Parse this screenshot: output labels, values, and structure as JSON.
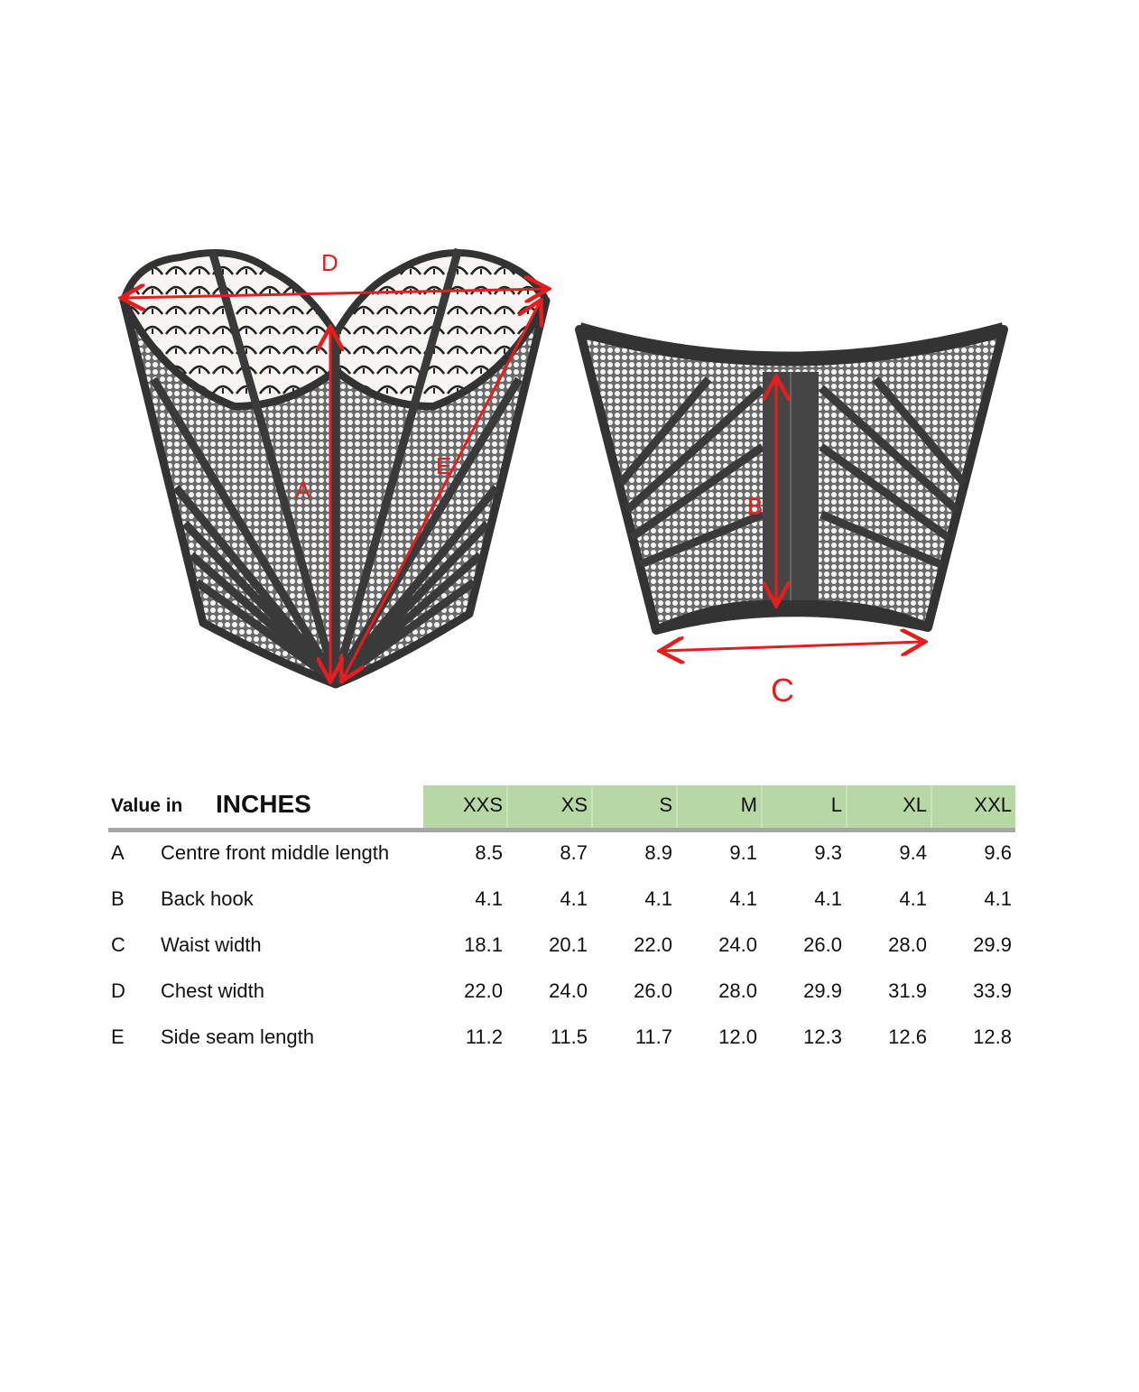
{
  "diagram": {
    "front_labels": {
      "D": "D",
      "A": "A",
      "E": "E"
    },
    "back_labels": {
      "B": "B",
      "C": "C"
    },
    "accent_color": "#e41e1e"
  },
  "table": {
    "value_in": "Value in",
    "unit": "INCHES",
    "sizes": [
      "XXS",
      "XS",
      "S",
      "M",
      "L",
      "XL",
      "XXL"
    ],
    "rows": [
      {
        "letter": "A",
        "name": "Centre front middle length",
        "values": [
          "8.5",
          "8.7",
          "8.9",
          "9.1",
          "9.3",
          "9.4",
          "9.6"
        ]
      },
      {
        "letter": "B",
        "name": "Back hook",
        "values": [
          "4.1",
          "4.1",
          "4.1",
          "4.1",
          "4.1",
          "4.1",
          "4.1"
        ]
      },
      {
        "letter": "C",
        "name": "Waist width",
        "values": [
          "18.1",
          "20.1",
          "22.0",
          "24.0",
          "26.0",
          "28.0",
          "29.9"
        ]
      },
      {
        "letter": "D",
        "name": "Chest width",
        "values": [
          "22.0",
          "24.0",
          "26.0",
          "28.0",
          "29.9",
          "31.9",
          "33.9"
        ]
      },
      {
        "letter": "E",
        "name": "Side seam length",
        "values": [
          "11.2",
          "11.5",
          "11.7",
          "12.0",
          "12.3",
          "12.6",
          "12.8"
        ]
      }
    ],
    "header_color": "#b7d7a5"
  }
}
